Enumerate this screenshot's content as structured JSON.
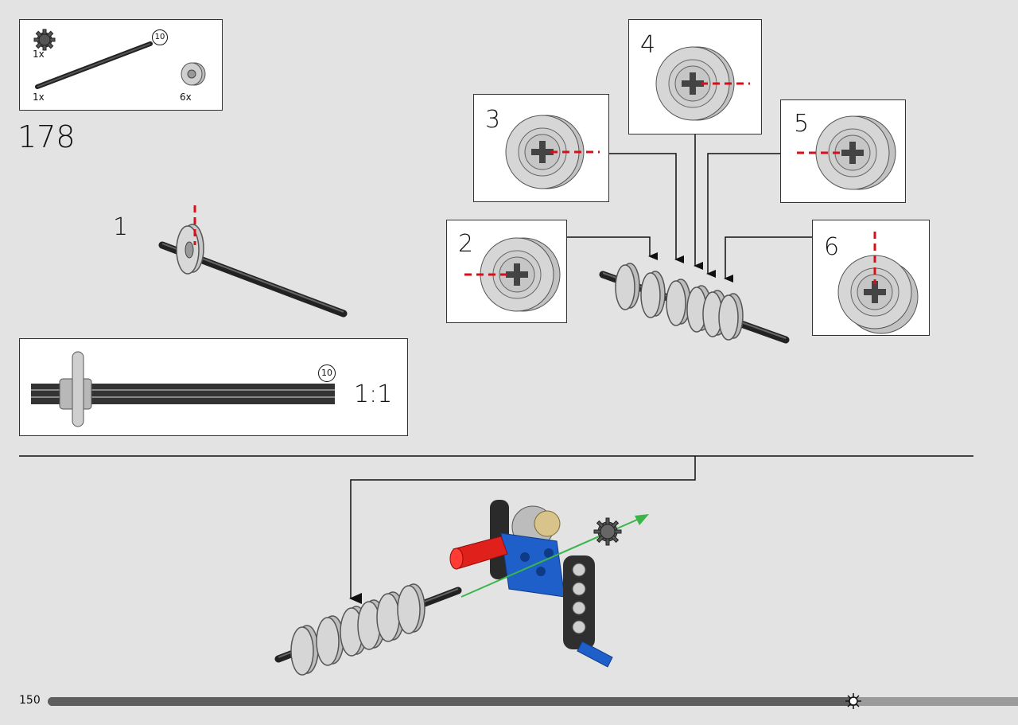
{
  "parts_list": {
    "items": [
      {
        "name": "gear-8-tooth",
        "qty": "1x"
      },
      {
        "name": "axle-10",
        "qty": "1x",
        "length_badge": "10"
      },
      {
        "name": "bush",
        "qty": "6x"
      }
    ]
  },
  "step": {
    "number": "178"
  },
  "substep": {
    "label": "1"
  },
  "scale_box": {
    "length_badge": "10",
    "scale": "1:1"
  },
  "callouts": [
    {
      "label": "2"
    },
    {
      "label": "3"
    },
    {
      "label": "4"
    },
    {
      "label": "5"
    },
    {
      "label": "6"
    }
  ],
  "footer": {
    "page_number": "150",
    "progress": 0.83
  },
  "colors": {
    "background": "#e3e3e3",
    "alignment_mark": "#d4111a",
    "insertion_arrow": "#39b54a",
    "beam_blue": "#1f5fc9",
    "connector_red": "#e0201b"
  }
}
